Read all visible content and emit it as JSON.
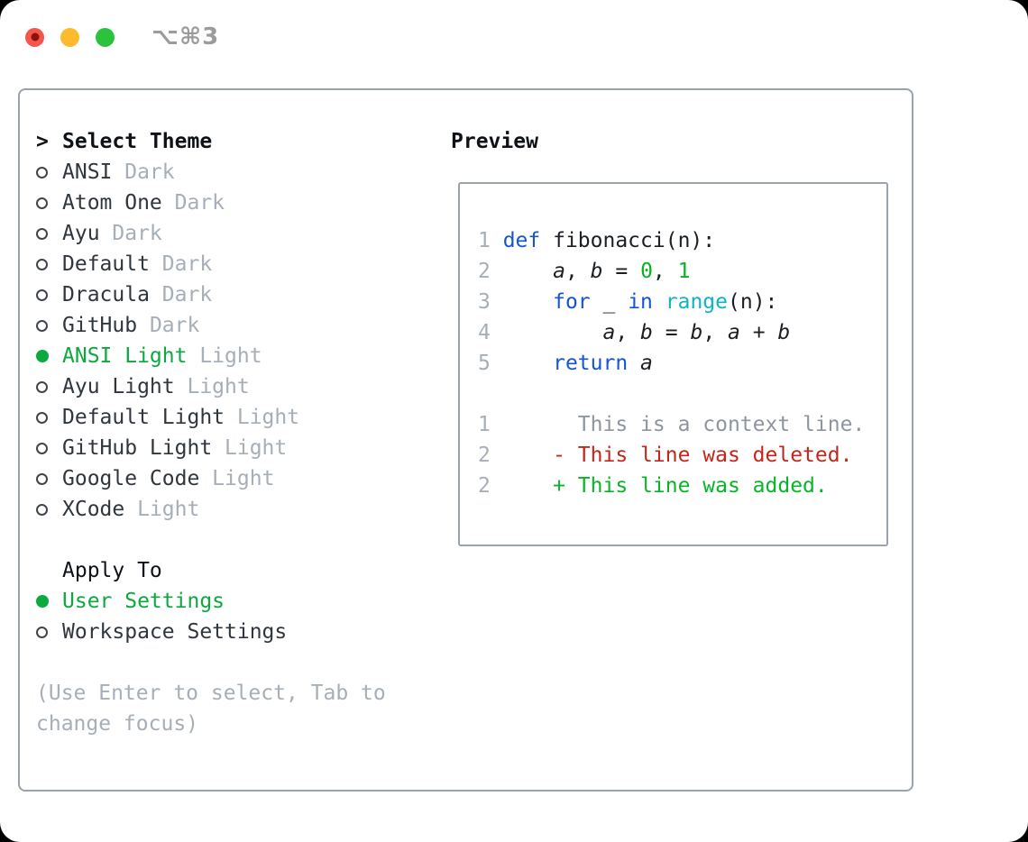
{
  "titlebar": {
    "shortcut": "⌥⌘3",
    "window_controls": [
      {
        "name": "close",
        "color": "#F4564C",
        "dot": "#8C120C"
      },
      {
        "name": "minimize",
        "color": "#FCBB2D"
      },
      {
        "name": "zoom",
        "color": "#2BC23C"
      }
    ]
  },
  "panel": {
    "left": {
      "title": "Select Theme",
      "prompt": ">",
      "themes": [
        {
          "name": "ANSI",
          "variant": "Dark",
          "selected": false
        },
        {
          "name": "Atom One",
          "variant": "Dark",
          "selected": false
        },
        {
          "name": "Ayu",
          "variant": "Dark",
          "selected": false
        },
        {
          "name": "Default",
          "variant": "Dark",
          "selected": false
        },
        {
          "name": "Dracula",
          "variant": "Dark",
          "selected": false
        },
        {
          "name": "GitHub",
          "variant": "Dark",
          "selected": false
        },
        {
          "name": "ANSI Light",
          "variant": "Light",
          "selected": true
        },
        {
          "name": "Ayu Light",
          "variant": "Light",
          "selected": false
        },
        {
          "name": "Default Light",
          "variant": "Light",
          "selected": false
        },
        {
          "name": "GitHub Light",
          "variant": "Light",
          "selected": false
        },
        {
          "name": "Google Code",
          "variant": "Light",
          "selected": false
        },
        {
          "name": "XCode",
          "variant": "Light",
          "selected": false
        }
      ],
      "apply_to": {
        "title": "Apply To",
        "options": [
          {
            "label": "User Settings",
            "selected": true
          },
          {
            "label": "Workspace Settings",
            "selected": false
          }
        ]
      },
      "hint_lines": [
        "(Use Enter to select, Tab to",
        "change focus)"
      ]
    },
    "right": {
      "title": "Preview",
      "preview_lines": [
        {
          "segments": [
            {
              "text": "1 ",
              "color": "linenum"
            },
            {
              "text": "def",
              "color": "keyword"
            },
            {
              "text": " fibonacci(n):",
              "color": "code"
            }
          ]
        },
        {
          "segments": [
            {
              "text": "2 ",
              "color": "linenum"
            },
            {
              "text": "    ",
              "color": "code"
            },
            {
              "text": "a",
              "color": "code",
              "italic": true
            },
            {
              "text": ", ",
              "color": "code"
            },
            {
              "text": "b",
              "color": "code",
              "italic": true
            },
            {
              "text": " = ",
              "color": "code"
            },
            {
              "text": "0",
              "color": "number"
            },
            {
              "text": ", ",
              "color": "code"
            },
            {
              "text": "1",
              "color": "number"
            }
          ]
        },
        {
          "segments": [
            {
              "text": "3 ",
              "color": "linenum"
            },
            {
              "text": "    ",
              "color": "code"
            },
            {
              "text": "for",
              "color": "keyword"
            },
            {
              "text": " _ ",
              "color": "code"
            },
            {
              "text": "in",
              "color": "keyword"
            },
            {
              "text": " ",
              "color": "code"
            },
            {
              "text": "range",
              "color": "builtin"
            },
            {
              "text": "(n):",
              "color": "code"
            }
          ]
        },
        {
          "segments": [
            {
              "text": "4 ",
              "color": "linenum"
            },
            {
              "text": "        ",
              "color": "code"
            },
            {
              "text": "a",
              "color": "code",
              "italic": true
            },
            {
              "text": ", ",
              "color": "code"
            },
            {
              "text": "b",
              "color": "code",
              "italic": true
            },
            {
              "text": " = ",
              "color": "code"
            },
            {
              "text": "b",
              "color": "code",
              "italic": true
            },
            {
              "text": ", ",
              "color": "code"
            },
            {
              "text": "a",
              "color": "code",
              "italic": true
            },
            {
              "text": " + ",
              "color": "code"
            },
            {
              "text": "b",
              "color": "code",
              "italic": true
            }
          ]
        },
        {
          "segments": [
            {
              "text": "5 ",
              "color": "linenum"
            },
            {
              "text": "    ",
              "color": "code"
            },
            {
              "text": "return",
              "color": "keyword"
            },
            {
              "text": " ",
              "color": "code"
            },
            {
              "text": "a",
              "color": "code",
              "italic": true
            }
          ]
        },
        {
          "segments": [
            {
              "text": " ",
              "color": "code"
            }
          ]
        },
        {
          "segments": [
            {
              "text": "1",
              "color": "linenum"
            },
            {
              "text": "       ",
              "color": "code"
            },
            {
              "text": "This is a context line.",
              "color": "context"
            }
          ]
        },
        {
          "segments": [
            {
              "text": "2",
              "color": "linenum"
            },
            {
              "text": "     ",
              "color": "code"
            },
            {
              "text": "- This line was deleted.",
              "color": "deleted"
            }
          ]
        },
        {
          "segments": [
            {
              "text": "2",
              "color": "linenum"
            },
            {
              "text": "     ",
              "color": "code"
            },
            {
              "text": "+ This line was added.",
              "color": "added"
            }
          ]
        }
      ]
    }
  },
  "colors": {
    "linenum": "#A6AEB8",
    "code": "#1B1F24",
    "keyword": "#1454D6",
    "builtin": "#10B3C6",
    "number": "#06B322",
    "context": "#8D959F",
    "deleted": "#C3261A",
    "added": "#09B528",
    "selection_green": "#0CA93F",
    "muted": "#A6AEB8",
    "border": "#9AA2AC"
  }
}
